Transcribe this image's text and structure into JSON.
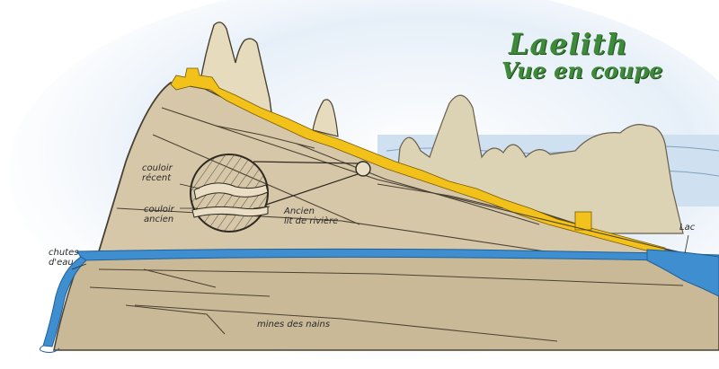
{
  "title": {
    "main": "Laelith",
    "subtitle": "Vue en coupe"
  },
  "labels": {
    "couloir_recent_1": "couloir",
    "couloir_recent_2": "récent",
    "couloir_ancien_1": "couloir",
    "couloir_ancien_2": "ancien",
    "ancien_lit_1": "Ancien",
    "ancien_lit_2": "lit de rivière",
    "chutes_1": "chutes",
    "chutes_2": "d'eau",
    "lac": "Lac",
    "mines": "mines des nains"
  },
  "colors": {
    "rock": "#d6c7a9",
    "rock_dark": "#b9a887",
    "sky": "#cfe0f0",
    "water": "#3f8fd0",
    "city_gold": "#f2c21a",
    "title_green": "#3f8a3a"
  }
}
